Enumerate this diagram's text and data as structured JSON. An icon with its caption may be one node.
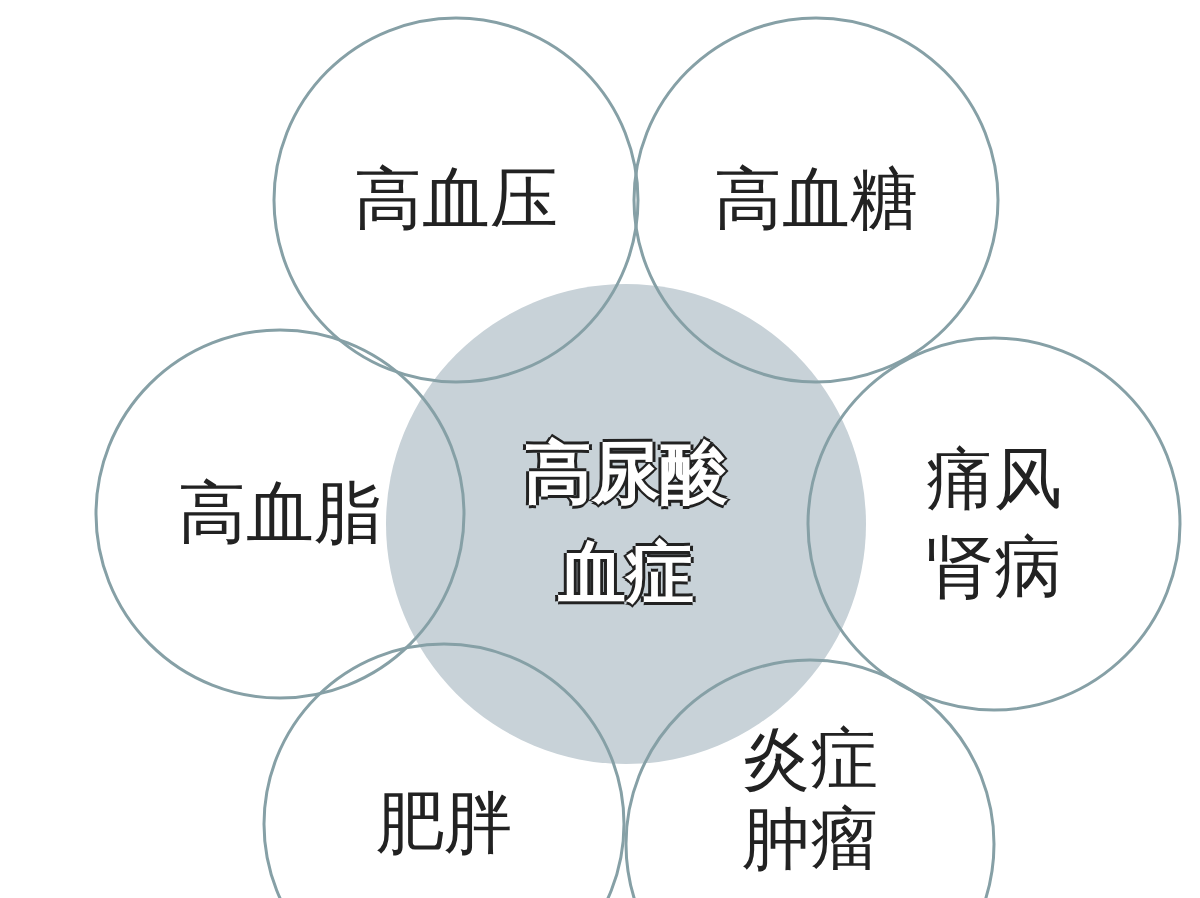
{
  "diagram": {
    "nodes": [
      {
        "text": [
          "高血压"
        ]
      },
      {
        "text": [
          "高血糖"
        ]
      },
      {
        "text": [
          "高血脂"
        ]
      },
      {
        "text": [
          "高尿酸血症"
        ]
      },
      {
        "text": [
          "痛风肾病"
        ]
      },
      {
        "text": [
          "肥胖"
        ]
      },
      {
        "text": [
          "炎症肿瘤"
        ]
      }
    ]
  }
}
